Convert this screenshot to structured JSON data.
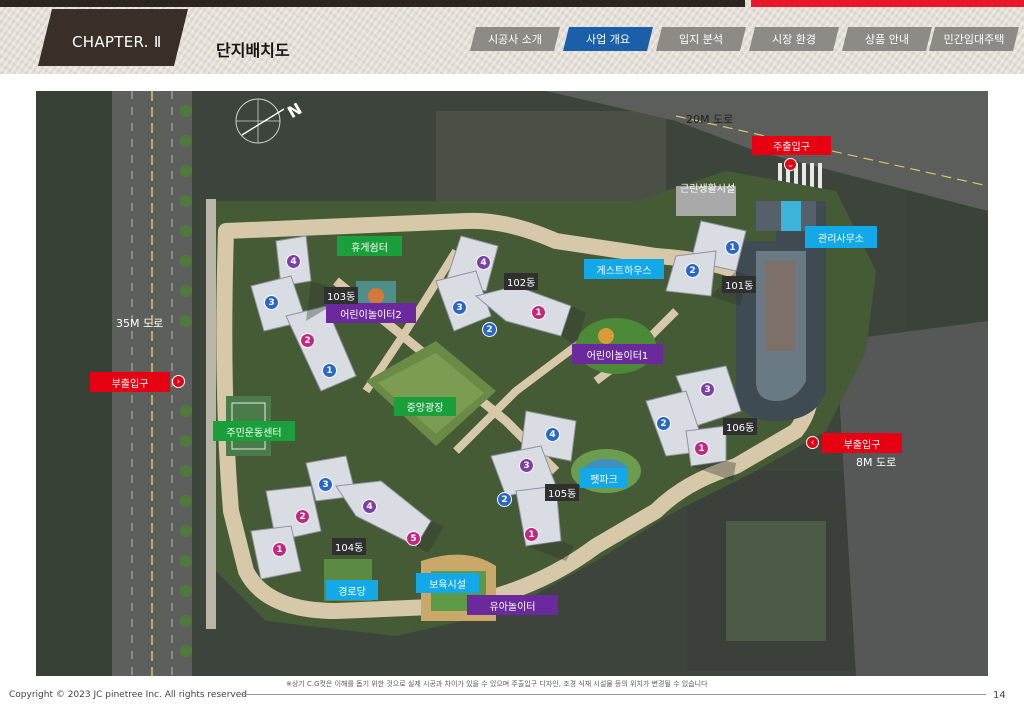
{
  "header": {
    "chapter": "CHAPTER. Ⅱ",
    "title": "단지배치도",
    "tabs": [
      {
        "label": "시공사 소개",
        "active": false
      },
      {
        "label": "사업 개요",
        "active": true
      },
      {
        "label": "입지 분석",
        "active": false
      },
      {
        "label": "시장 환경",
        "active": false
      },
      {
        "label": "상품 안내",
        "active": false
      },
      {
        "label": "민간임대주택",
        "active": false
      }
    ]
  },
  "map": {
    "facilities": {
      "rest_area": "휴게쉼터",
      "guest_house": "게스트하우스",
      "management_office": "관리사무소",
      "playground2": "어린이놀이터2",
      "playground1": "어린이놀이터1",
      "central_plaza": "중앙광장",
      "community_center": "주민운동센터",
      "pet_park": "펫파크",
      "senior_center": "경로당",
      "childcare": "보육시설",
      "toddler_playground": "유아놀이터",
      "neighborhood_facility": "근린생활시설"
    },
    "entrances": {
      "main": "주출입구",
      "sub_west": "부출입구",
      "sub_east": "부출입구"
    },
    "roads": {
      "north": "20M 도로",
      "west": "35M 도로",
      "east": "8M 도로"
    },
    "buildings": [
      "101동",
      "102동",
      "103동",
      "104동",
      "105동",
      "106동"
    ],
    "north_marker": "N"
  },
  "footer": {
    "note": "※상기 C.G컷은 이해를 돕기 위한 것으로 실제 시공과 차이가 있을 수 있으며 주출입구 디자인, 조경 식재 시설물 등의 위치가 변경될 수 있습니다",
    "copyright": "Copyright © 2023 JC pinetree Inc. All rights reserved",
    "page": "14"
  },
  "colors": {
    "chapter_bg": "#3a2e28",
    "tab_active": "#1b5fa9",
    "tab_inactive": "#8e8a86",
    "accent_red": "#e8182a",
    "label_green": "#1aa03a",
    "label_cyan": "#13a9e8",
    "label_purple": "#6a2a9c",
    "label_red": "#e60012"
  }
}
